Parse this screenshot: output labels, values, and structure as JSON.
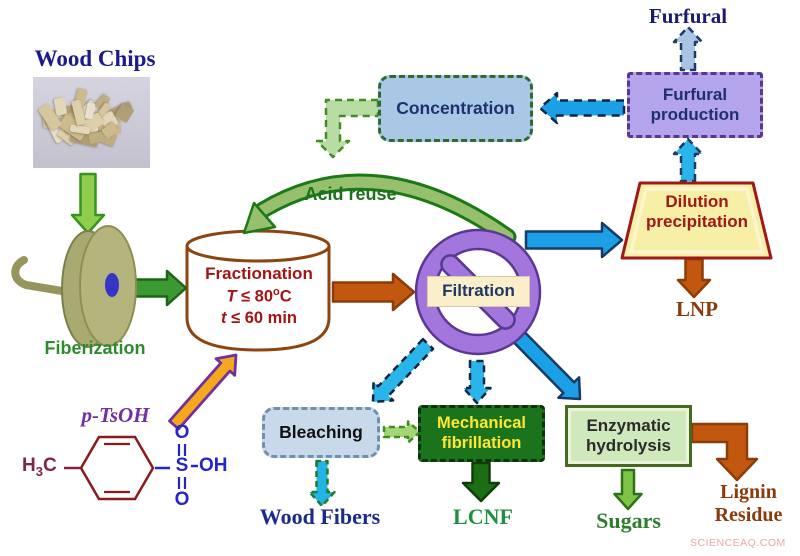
{
  "nodes": {
    "wood_chips": {
      "label": "Wood Chips"
    },
    "fiberization": {
      "label": "Fiberization"
    },
    "fractionation": {
      "title": "Fractionation",
      "temp_symbol": "T",
      "temp_value": " ≤ 80",
      "temp_degree": "o",
      "temp_unit": "C",
      "time_symbol": "t",
      "time_value": " ≤ 60 min"
    },
    "p_tsoh": {
      "label": "p-TsOH",
      "h": "H",
      "h_sub": "3",
      "c": "C",
      "s": "S",
      "o_top": "O",
      "o_bottom": "O",
      "oh": "OH"
    },
    "acid_reuse": {
      "label": "Acid reuse"
    },
    "concentration": {
      "label": "Concentration"
    },
    "filtration": {
      "label": "Filtration"
    },
    "furfural_production": {
      "line1": "Furfural",
      "line2": "production"
    },
    "furfural": {
      "label": "Furfural"
    },
    "dilution_precipitation": {
      "line1": "Dilution",
      "line2": "precipitation"
    },
    "lnp": {
      "label": "LNP"
    },
    "bleaching": {
      "label": "Bleaching"
    },
    "wood_fibers": {
      "label": "Wood Fibers"
    },
    "mechanical_fibrillation": {
      "line1": "Mechanical",
      "line2": "fibrillation"
    },
    "lcnf": {
      "label": "LCNF"
    },
    "enzymatic_hydrolysis": {
      "line1": "Enzymatic",
      "line2": "hydrolysis"
    },
    "sugars": {
      "label": "Sugars"
    },
    "lignin_residue": {
      "line1": "Lignin",
      "line2": "Residue"
    }
  },
  "watermark": "SCIENCEAQ.COM",
  "colors": {
    "flow_green": "#3D9A32",
    "light_green": "#8FCE4C",
    "flow_brown": "#C2570F",
    "flow_blue": "#1BA0E8",
    "cyan_dashed": "#29B5EA",
    "purple_ring": "#A276DC",
    "purple_dark": "#5B3794",
    "gold_arrow": "#F5A81C",
    "navy_text": "#1F3070",
    "dark_red_text": "#A01818"
  }
}
